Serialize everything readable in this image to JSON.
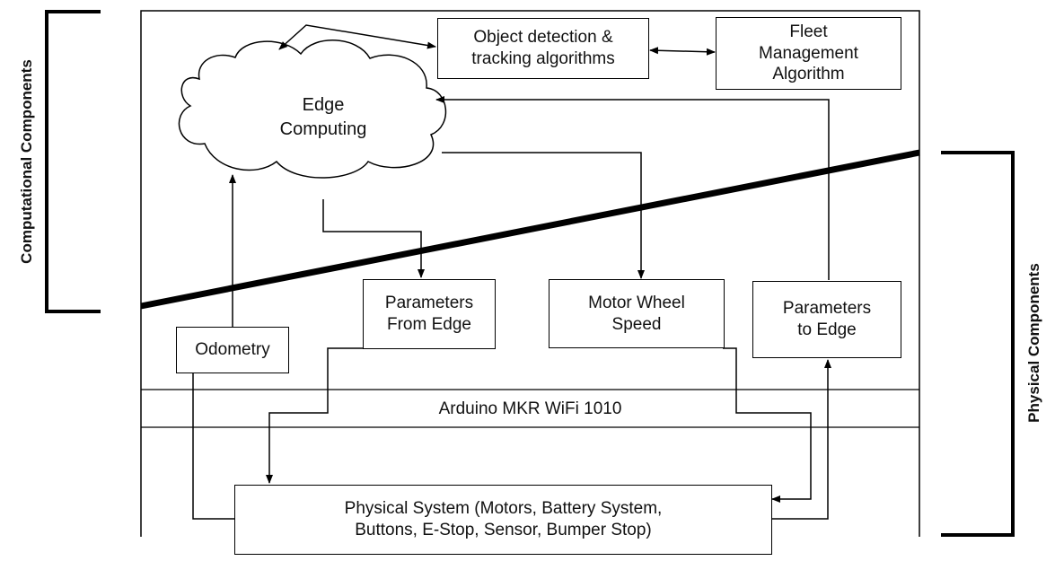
{
  "diagram": {
    "cloud_label": "Edge\nComputing",
    "object_detection": "Object detection &\ntracking algorithms",
    "fleet_management": "Fleet\nManagement\nAlgorithm",
    "odometry": "Odometry",
    "params_from_edge": "Parameters\nFrom Edge",
    "motor_wheel_speed": "Motor Wheel\nSpeed",
    "params_to_edge": "Parameters\nto Edge",
    "arduino_band": "Arduino MKR WiFi 1010",
    "physical_system": "Physical System (Motors, Battery System,\nButtons, E-Stop, Sensor, Bumper Stop)",
    "left_bracket_label": "Computational Components",
    "right_bracket_label": "Physical Components"
  }
}
